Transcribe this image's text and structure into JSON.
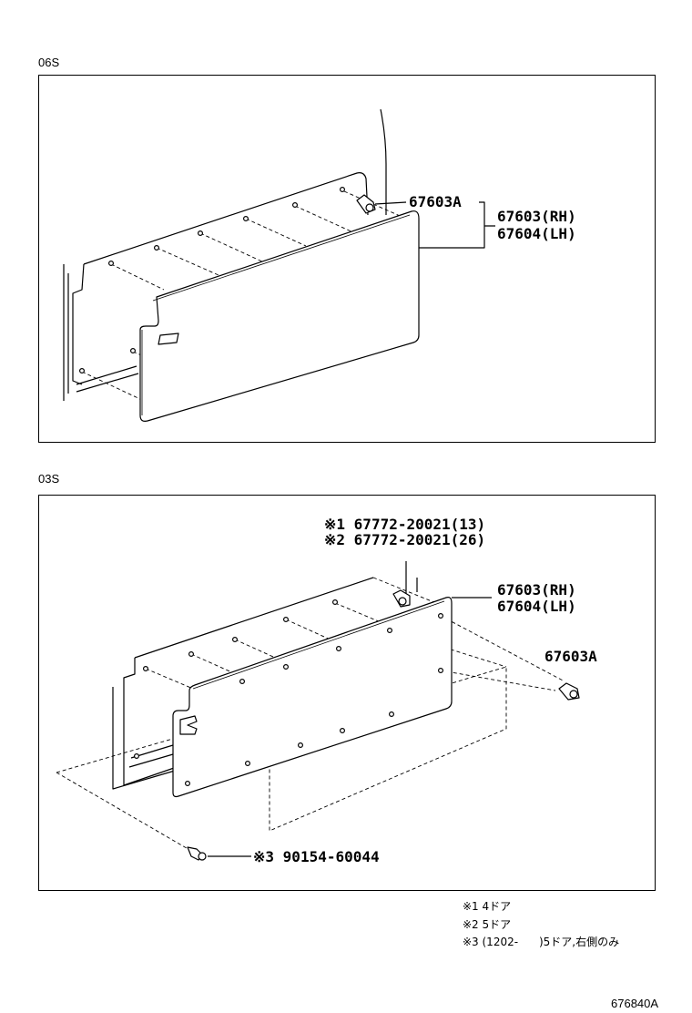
{
  "section_top": {
    "label": "06S",
    "callouts": {
      "bolt": "67603A",
      "rh": "67603(RH)",
      "lh": "67604(LH)"
    }
  },
  "section_bottom": {
    "label": "03S",
    "callouts": {
      "clip1": "※1 67772-20021(13)",
      "clip2": "※2 67772-20021(26)",
      "rh": "67603(RH)",
      "lh": "67604(LH)",
      "bolt": "67603A",
      "screw": "※3 90154-60044"
    }
  },
  "notes": [
    "※1 4ドア",
    "※2 5ドア",
    "※3 (1202-      )5ドア,右側のみ"
  ],
  "diagram_id": "676840A"
}
